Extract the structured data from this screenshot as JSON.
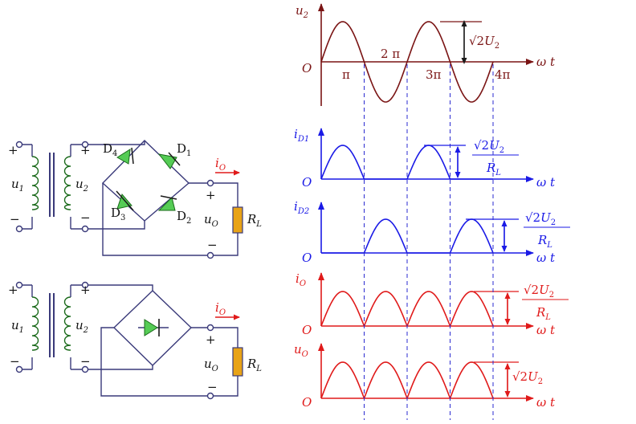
{
  "colors": {
    "brown": "#7a1414",
    "blue": "#1a1ae6",
    "red": "#e01a1a",
    "circuit": "#3a3a7a",
    "dash": "#2a2ad0",
    "diode_fill": "#55cc55",
    "resistor_fill": "#e8a317"
  },
  "circuit_top": {
    "u1": "u",
    "u1_sub": "1",
    "u2": "u",
    "u2_sub": "2",
    "plus": "+",
    "minus": "−",
    "d4": "D",
    "d4_sub": "4",
    "d1": "D",
    "d1_sub": "1",
    "d3": "D",
    "d3_sub": "3",
    "d2": "D",
    "d2_sub": "2",
    "io": "i",
    "io_sub": "O",
    "uo": "u",
    "uo_sub": "O",
    "rl": "R",
    "rl_sub": "L"
  },
  "circuit_bottom": {
    "u1": "u",
    "u1_sub": "1",
    "u2": "u",
    "u2_sub": "2",
    "plus": "+",
    "minus": "−",
    "io": "i",
    "io_sub": "O",
    "uo": "u",
    "uo_sub": "O",
    "rl": "R",
    "rl_sub": "L"
  },
  "plots": {
    "origin": "O",
    "omega_t": "ω t",
    "u2": {
      "ylabel": "u",
      "ysub": "2",
      "pi": "π",
      "two_pi": "2 π",
      "three_pi": "3π",
      "four_pi": "4π",
      "amp_root": "√2",
      "amp_var": "U",
      "amp_sub": "2"
    },
    "id1": {
      "ylabel": "i",
      "ysub": "D1",
      "num_root": "√2",
      "num_var": "U",
      "num_sub": "2",
      "den_var": "R",
      "den_sub": "L"
    },
    "id2": {
      "ylabel": "i",
      "ysub": "D2",
      "num_root": "√2",
      "num_var": "U",
      "num_sub": "2",
      "den_var": "R",
      "den_sub": "L"
    },
    "io": {
      "ylabel": "i",
      "ysub": "O",
      "num_root": "√2",
      "num_var": "U",
      "num_sub": "2",
      "den_var": "R",
      "den_sub": "L"
    },
    "uo": {
      "ylabel": "u",
      "ysub": "O",
      "amp_root": "√2",
      "amp_var": "U",
      "amp_sub": "2"
    }
  }
}
